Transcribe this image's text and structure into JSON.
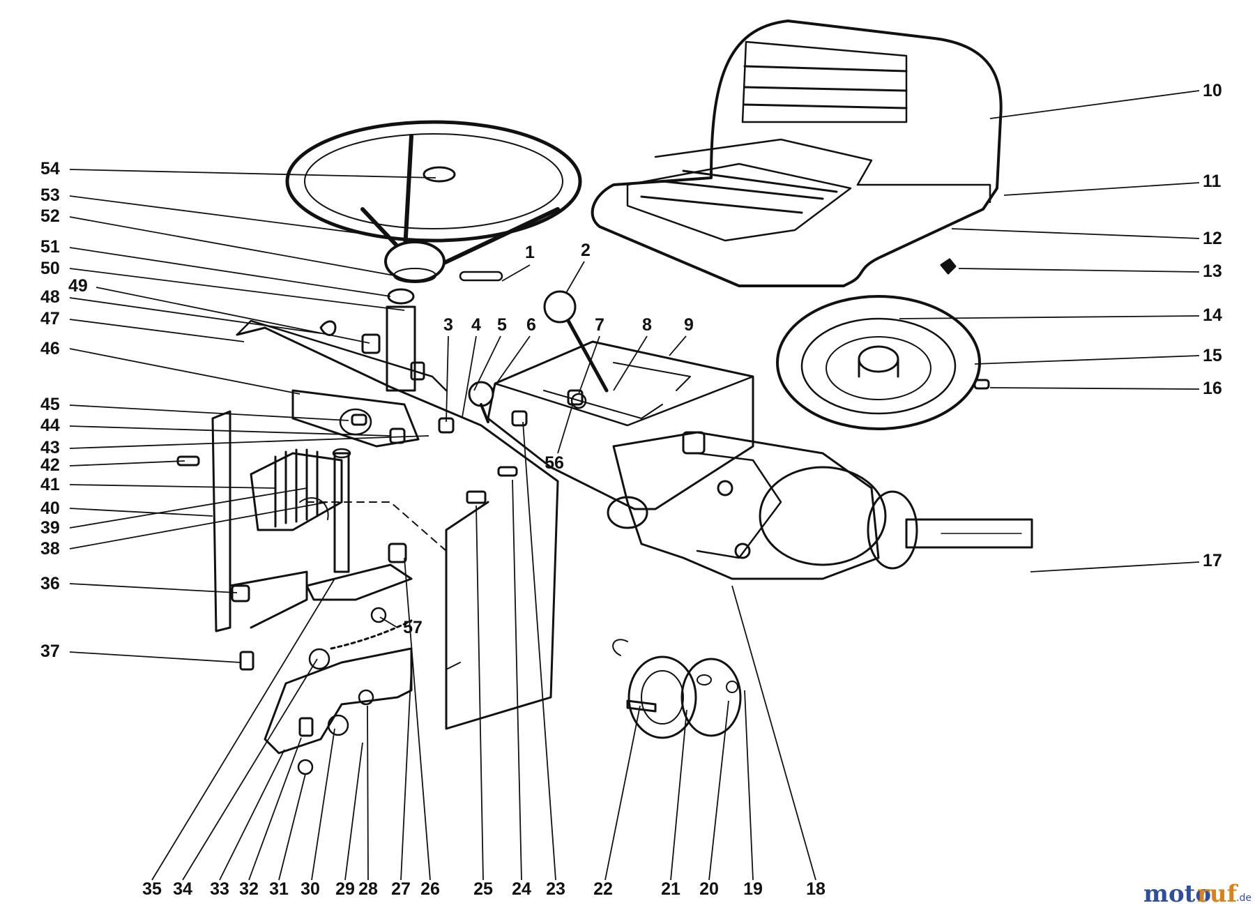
{
  "callouts": [
    {
      "id": "1",
      "label": "1"
    },
    {
      "id": "2",
      "label": "2"
    },
    {
      "id": "3",
      "label": "3"
    },
    {
      "id": "4",
      "label": "4"
    },
    {
      "id": "5",
      "label": "5"
    },
    {
      "id": "6",
      "label": "6"
    },
    {
      "id": "7",
      "label": "7"
    },
    {
      "id": "8",
      "label": "8"
    },
    {
      "id": "9",
      "label": "9"
    },
    {
      "id": "10",
      "label": "10"
    },
    {
      "id": "11",
      "label": "11"
    },
    {
      "id": "12",
      "label": "12"
    },
    {
      "id": "13",
      "label": "13"
    },
    {
      "id": "14",
      "label": "14"
    },
    {
      "id": "15",
      "label": "15"
    },
    {
      "id": "16",
      "label": "16"
    },
    {
      "id": "17",
      "label": "17"
    },
    {
      "id": "18",
      "label": "18"
    },
    {
      "id": "19",
      "label": "19"
    },
    {
      "id": "20",
      "label": "20"
    },
    {
      "id": "21",
      "label": "21"
    },
    {
      "id": "22",
      "label": "22"
    },
    {
      "id": "23",
      "label": "23"
    },
    {
      "id": "24",
      "label": "24"
    },
    {
      "id": "25",
      "label": "25"
    },
    {
      "id": "26",
      "label": "26"
    },
    {
      "id": "27",
      "label": "27"
    },
    {
      "id": "28",
      "label": "28"
    },
    {
      "id": "29",
      "label": "29"
    },
    {
      "id": "30",
      "label": "30"
    },
    {
      "id": "31",
      "label": "31"
    },
    {
      "id": "32",
      "label": "32"
    },
    {
      "id": "33",
      "label": "33"
    },
    {
      "id": "34",
      "label": "34"
    },
    {
      "id": "35",
      "label": "35"
    },
    {
      "id": "36",
      "label": "36"
    },
    {
      "id": "37",
      "label": "37"
    },
    {
      "id": "38",
      "label": "38"
    },
    {
      "id": "39",
      "label": "39"
    },
    {
      "id": "40",
      "label": "40"
    },
    {
      "id": "41",
      "label": "41"
    },
    {
      "id": "42",
      "label": "42"
    },
    {
      "id": "43",
      "label": "43"
    },
    {
      "id": "44",
      "label": "44"
    },
    {
      "id": "45",
      "label": "45"
    },
    {
      "id": "46",
      "label": "46"
    },
    {
      "id": "47",
      "label": "47"
    },
    {
      "id": "48",
      "label": "48"
    },
    {
      "id": "49",
      "label": "49"
    },
    {
      "id": "50",
      "label": "50"
    },
    {
      "id": "51",
      "label": "51"
    },
    {
      "id": "52",
      "label": "52"
    },
    {
      "id": "53",
      "label": "53"
    },
    {
      "id": "54",
      "label": "54"
    },
    {
      "id": "56",
      "label": "56"
    },
    {
      "id": "57",
      "label": "57"
    }
  ],
  "watermark": {
    "part1": "moto",
    "part2": "ruf",
    "suffix": ".de"
  }
}
